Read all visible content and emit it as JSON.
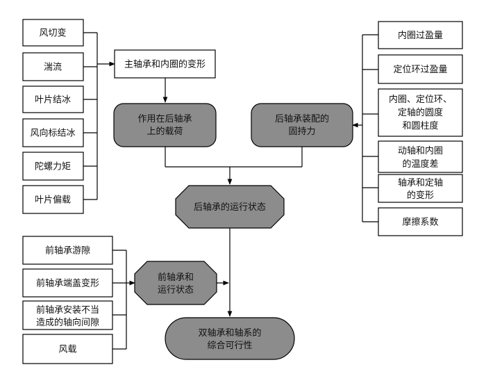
{
  "left_factors": [
    "风切变",
    "湍流",
    "叶片结冰",
    "风向标结冰",
    "陀螺力矩",
    "叶片偏载"
  ],
  "right_factors": [
    [
      "内圈过盈量"
    ],
    [
      "定位环过盈量"
    ],
    [
      "内圈、定位环、",
      "定轴的圆度",
      "和圆柱度"
    ],
    [
      "动轴和内圈",
      "的温度差"
    ],
    [
      "轴承和定轴",
      "的变形"
    ],
    [
      "摩擦系数"
    ]
  ],
  "bottom_left_factors": [
    [
      "前轴承游隙"
    ],
    [
      "前轴承端盖变形"
    ],
    [
      "前轴承安装不当",
      "造成的轴向间隙"
    ],
    [
      "风载"
    ]
  ],
  "main_bearing_deformation": "主轴承和内圈的变形",
  "load_on_rear_bearing": [
    "作用在后轴承",
    "上的载荷"
  ],
  "rear_bearing_clamping_force": [
    "后轴承装配的",
    "固持力"
  ],
  "rear_bearing_running_state": "后轴承的运行状态",
  "front_bearing_running_state": [
    "前轴承和",
    "运行状态"
  ],
  "dual_bearing_feasibility": [
    "双轴承和轴系的",
    "综合可行性"
  ],
  "colors": {
    "node_fill": "#8c8c8c",
    "line": "#000000",
    "box_fill": "#ffffff"
  }
}
